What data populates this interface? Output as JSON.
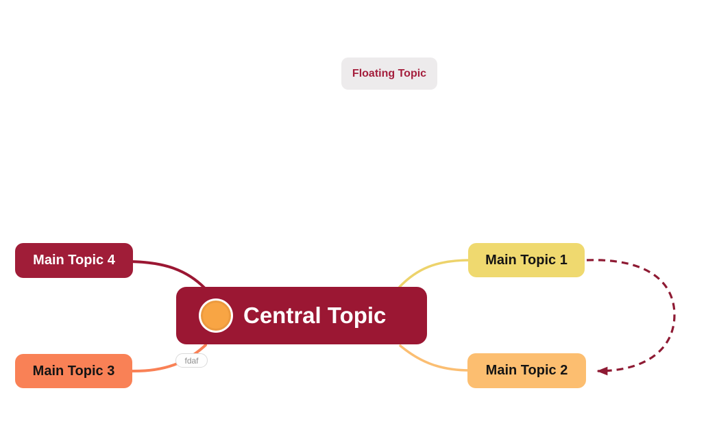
{
  "app": {
    "view": "mind-map-canvas",
    "background": "#ffffff"
  },
  "floating_topic": {
    "label": "Floating Topic",
    "bg": "#EDEBEC",
    "text_color": "#A41E3C"
  },
  "central_topic": {
    "label": "Central Topic",
    "bg": "#9B1733",
    "text_color": "#FFFFFF",
    "marker": {
      "name": "orange-circle-marker",
      "fill": "#F8A544",
      "ring": "#EC9A3E",
      "outer_ring": "#FFFFFF"
    }
  },
  "callout": {
    "label": "fdaf",
    "text_color": "#8F8F8F",
    "border_color": "#DADADA"
  },
  "main_topics": [
    {
      "label": "Main Topic 1",
      "bg": "#EFD96F",
      "text_color": "#141414",
      "branch_color": "#EDD36B"
    },
    {
      "label": "Main Topic 2",
      "bg": "#FCBE70",
      "text_color": "#141414",
      "branch_color": "#FBBE72"
    },
    {
      "label": "Main Topic 3",
      "bg": "#F98156",
      "text_color": "#141414",
      "branch_color": "#F98156"
    },
    {
      "label": "Main Topic 4",
      "bg": "#A01D38",
      "text_color": "#FFFFFF",
      "branch_color": "#9B1733"
    }
  ],
  "relationship": {
    "from": "Main Topic 1",
    "to": "Main Topic 2",
    "color": "#8E1A33",
    "line_style": "dashed",
    "arrow_end": "to"
  }
}
